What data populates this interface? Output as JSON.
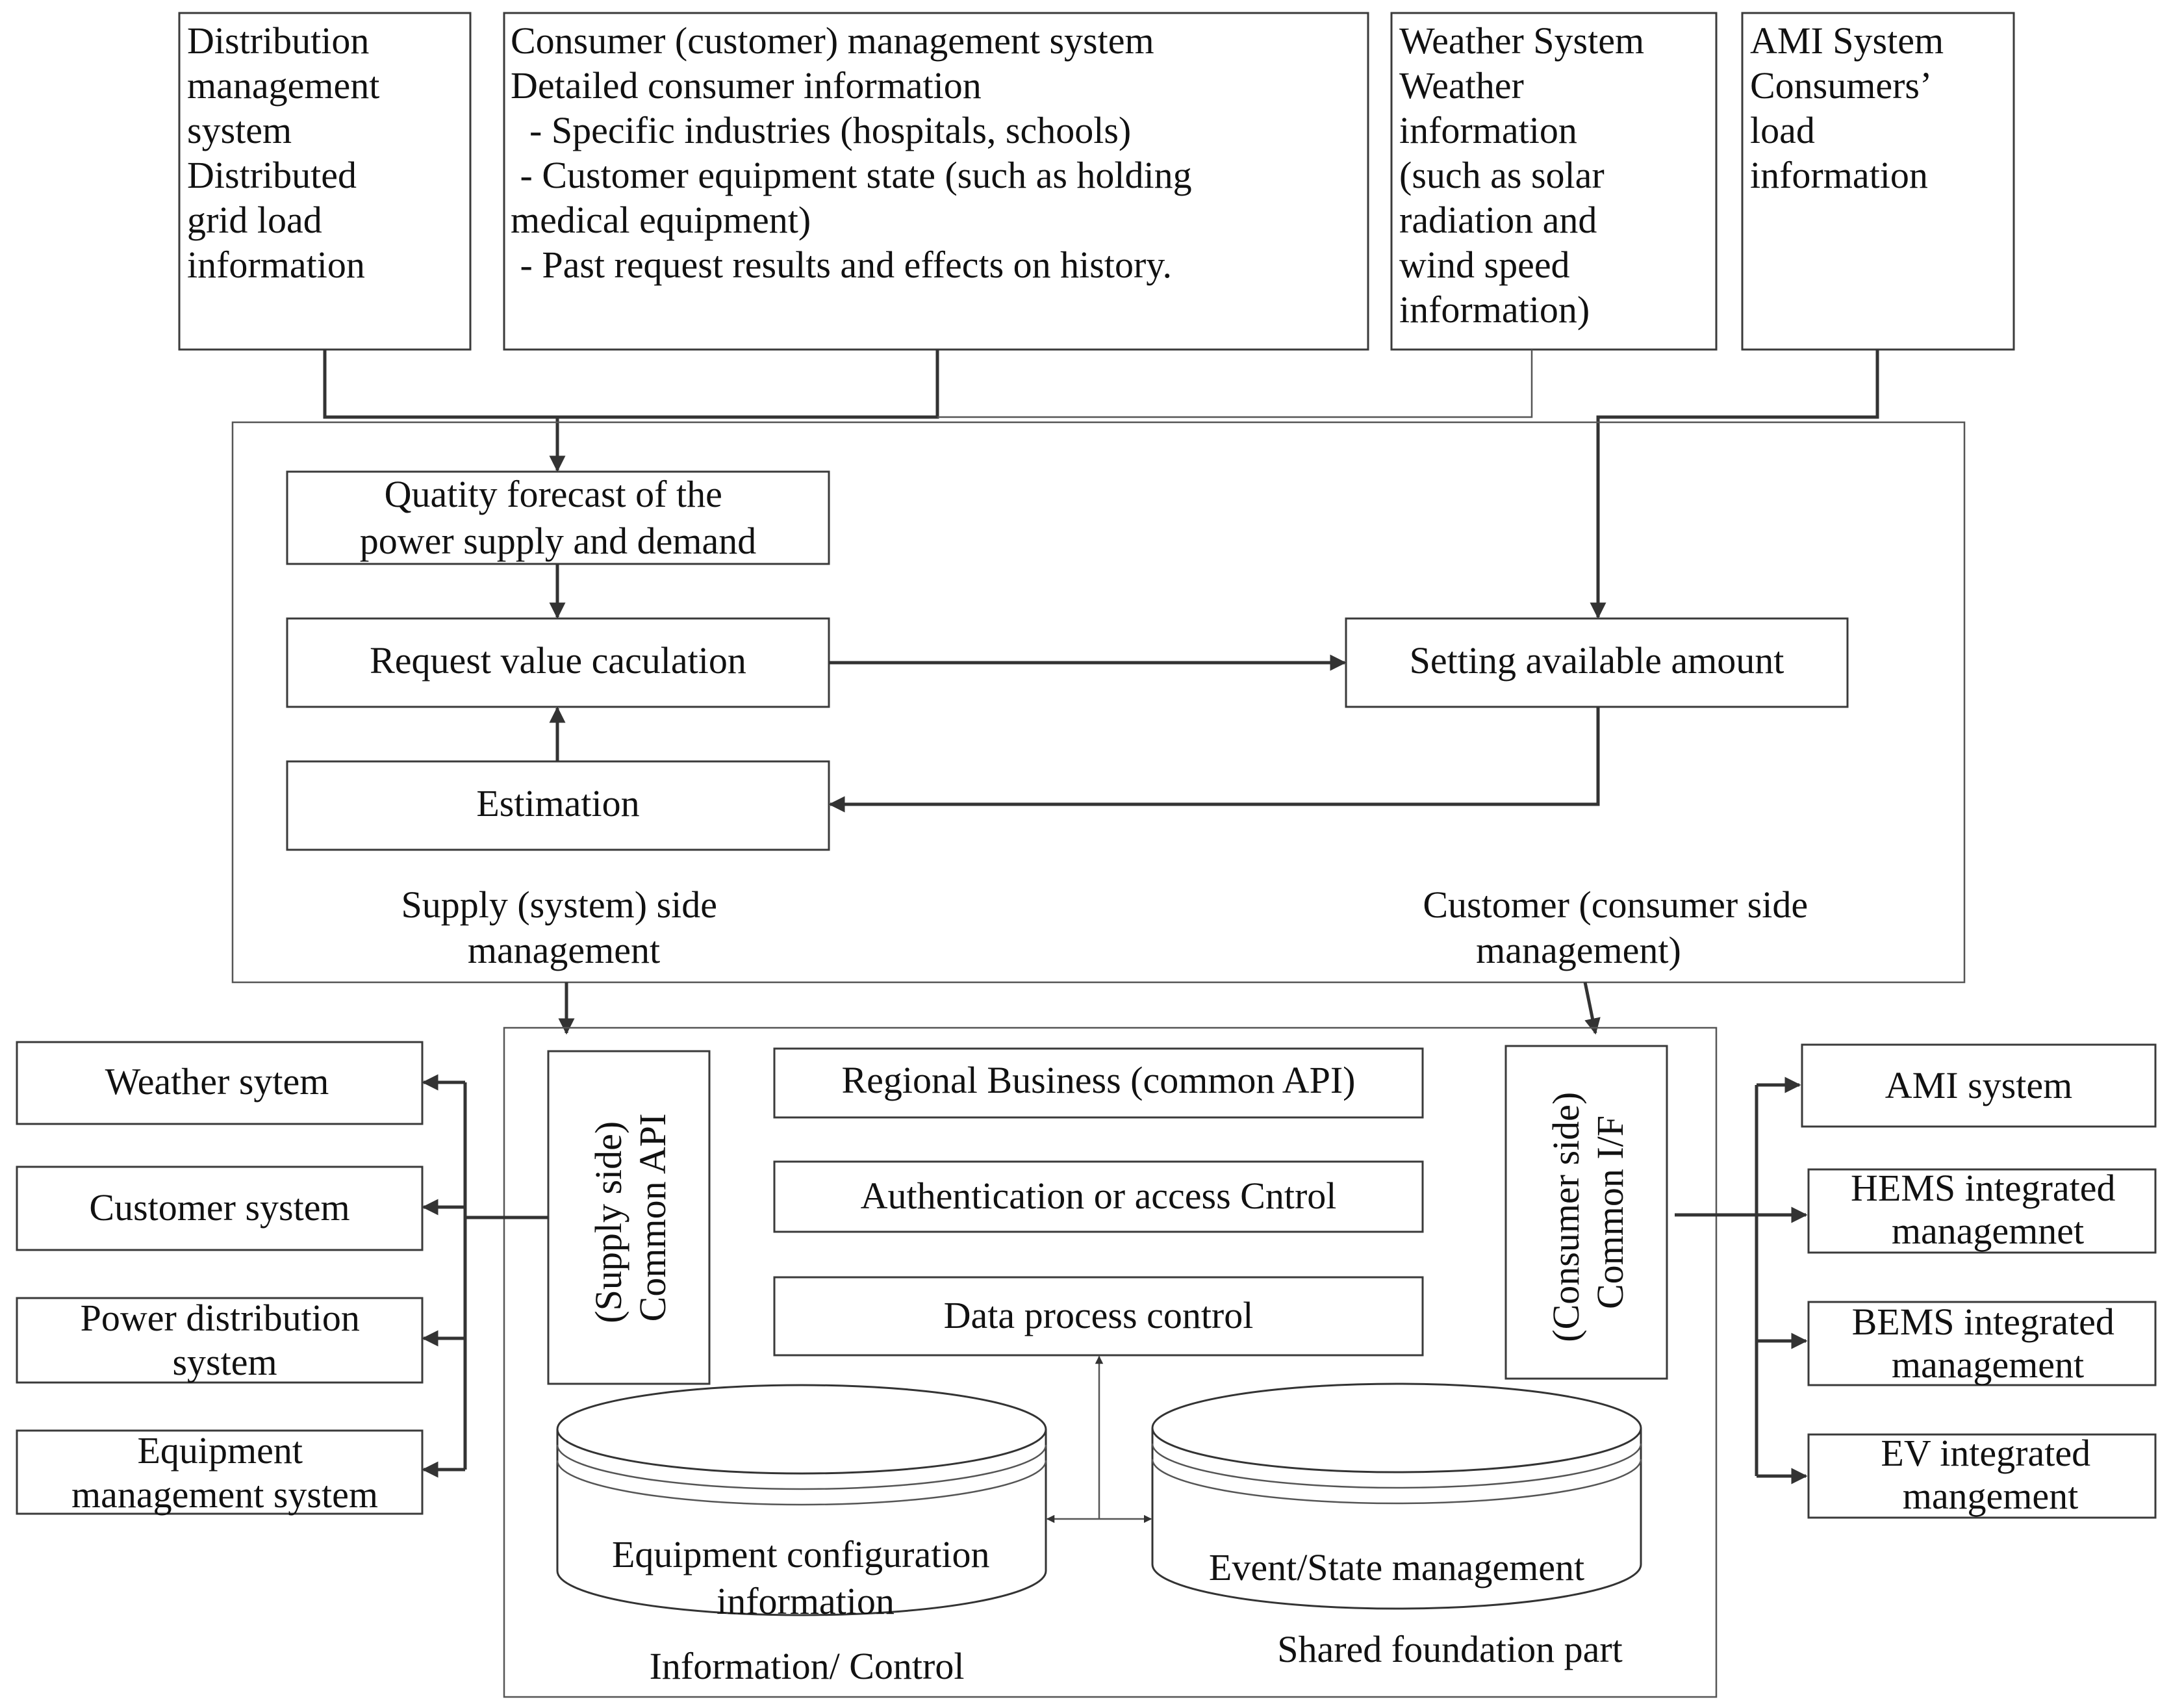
{
  "sources": {
    "dms": [
      "Distribution",
      "management",
      "system",
      "Distributed",
      "grid load",
      "information"
    ],
    "cms": [
      "Consumer (customer) management system",
      "Detailed consumer information",
      "  - Specific industries (hospitals, schools)",
      " - Customer equipment state (such as holding",
      "medical equipment)",
      " - Past request results and effects on history."
    ],
    "weather": [
      "Weather System",
      "Weather",
      "information",
      "(such as solar",
      "radiation and",
      "wind speed",
      "information)"
    ],
    "ami": [
      "AMI System",
      "Consumers’",
      "load",
      "information"
    ]
  },
  "management": {
    "forecast": [
      "Quatity forecast of the",
      "power supply and demand"
    ],
    "request": "Request value caculation",
    "estimation": "Estimation",
    "setting": "Setting available amount",
    "supply_label": [
      "Supply (system) side",
      "management"
    ],
    "customer_label": [
      "Customer (consumer side",
      "management)"
    ]
  },
  "platform": {
    "supply_api": [
      "(Supply side)",
      "Common API"
    ],
    "consumer_if": [
      "(Consumer side)",
      "Common I/F"
    ],
    "regional": "Regional Business (common API)",
    "auth": "Authentication or access Cntrol",
    "dpc": "Data process control",
    "equip_db": [
      "Equipment configuration",
      "information"
    ],
    "event_db": "Event/State management",
    "info_label": "Information/ Control",
    "shared_label": "Shared foundation part"
  },
  "left_targets": [
    [
      "Weather sytem"
    ],
    [
      "Customer system"
    ],
    [
      "Power distribution",
      "system"
    ],
    [
      "Equipment",
      "management system"
    ]
  ],
  "right_targets": [
    [
      "AMI system"
    ],
    [
      "HEMS integrated",
      "managemnet"
    ],
    [
      "BEMS integrated",
      "management"
    ],
    [
      "EV integrated",
      "mangement"
    ]
  ]
}
